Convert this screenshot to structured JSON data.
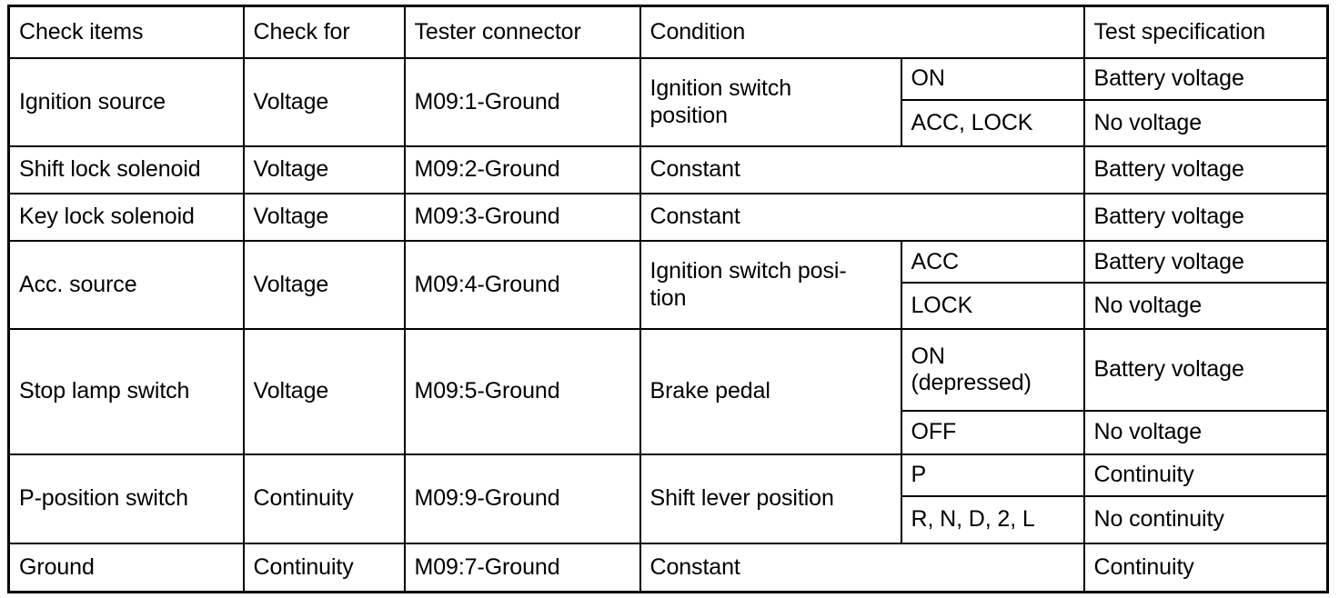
{
  "table": {
    "headers": {
      "check_items": "Check items",
      "check_for": "Check for",
      "tester_connector": "Tester connector",
      "condition": "Condition",
      "test_specification": "Test specification"
    },
    "rows": [
      {
        "check_item": "Ignition source",
        "check_for": "Voltage",
        "tester_connector": "M09:1-Ground",
        "condition_main": "Ignition switch position",
        "sub_rows": [
          {
            "condition_sub": "ON",
            "test_spec": "Battery voltage"
          },
          {
            "condition_sub": "ACC, LOCK",
            "test_spec": "No voltage"
          }
        ]
      },
      {
        "check_item": "Shift lock solenoid",
        "check_for": "Voltage",
        "tester_connector": "M09:2-Ground",
        "condition_main": "Constant",
        "sub_rows": [
          {
            "condition_sub": "",
            "test_spec": "Battery voltage"
          }
        ]
      },
      {
        "check_item": "Key lock solenoid",
        "check_for": "Voltage",
        "tester_connector": "M09:3-Ground",
        "condition_main": "Constant",
        "sub_rows": [
          {
            "condition_sub": "",
            "test_spec": "Battery voltage"
          }
        ]
      },
      {
        "check_item": "Acc. source",
        "check_for": "Voltage",
        "tester_connector": "M09:4-Ground",
        "condition_main": "Ignition switch posi-tion",
        "sub_rows": [
          {
            "condition_sub": "ACC",
            "test_spec": "Battery voltage"
          },
          {
            "condition_sub": "LOCK",
            "test_spec": "No voltage"
          }
        ]
      },
      {
        "check_item": "Stop lamp switch",
        "check_for": "Voltage",
        "tester_connector": "M09:5-Ground",
        "condition_main": "Brake pedal",
        "sub_rows": [
          {
            "condition_sub": "ON (depressed)",
            "test_spec": "Battery voltage"
          },
          {
            "condition_sub": "OFF",
            "test_spec": "No voltage"
          }
        ]
      },
      {
        "check_item": "P-position switch",
        "check_for": "Continuity",
        "tester_connector": "M09:9-Ground",
        "condition_main": "Shift lever position",
        "sub_rows": [
          {
            "condition_sub": "P",
            "test_spec": "Continuity"
          },
          {
            "condition_sub": "R, N, D, 2, L",
            "test_spec": "No continuity"
          }
        ]
      },
      {
        "check_item": "Ground",
        "check_for": "Continuity",
        "tester_connector": "M09:7-Ground",
        "condition_main": "Constant",
        "sub_rows": [
          {
            "condition_sub": "",
            "test_spec": "Continuity"
          }
        ]
      }
    ],
    "cells": {
      "r1_cond_line1": "Ignition switch",
      "r1_cond_line2": "position",
      "r4_cond_line1": "Ignition switch posi-",
      "r4_cond_line2": "tion",
      "r5_sub1_line1": "ON",
      "r5_sub1_line2": "(depressed)"
    },
    "colors": {
      "border": "#000000",
      "text": "#000000",
      "background": "#ffffff"
    }
  }
}
